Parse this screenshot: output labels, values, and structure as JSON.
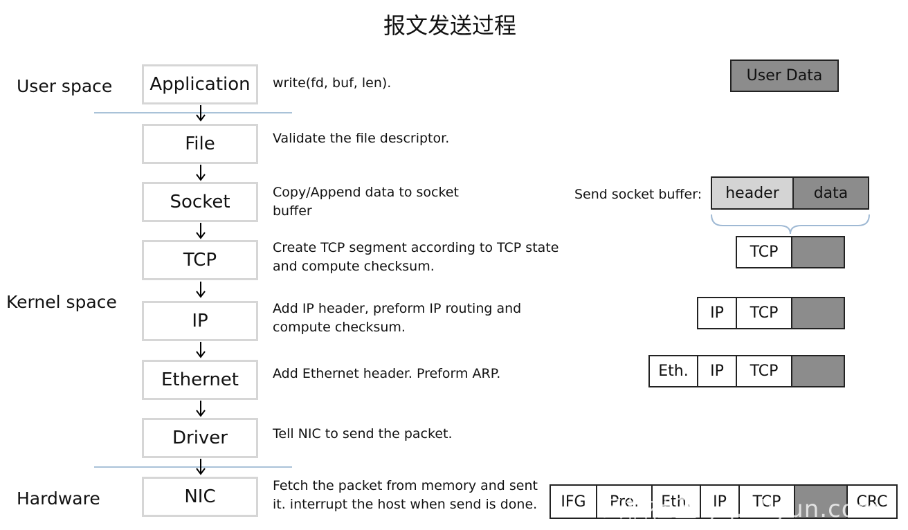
{
  "title": "报文发送过程",
  "regions": {
    "user": "User space",
    "kernel": "Kernel space",
    "hardware": "Hardware"
  },
  "layers": [
    {
      "name": "Application",
      "desc": "write(fd, buf, len)."
    },
    {
      "name": "File",
      "desc": "Validate the file descriptor."
    },
    {
      "name": "Socket",
      "desc": "Copy/Append data to socket\nbuffer"
    },
    {
      "name": "TCP",
      "desc": "Create TCP segment according to TCP state\nand compute checksum."
    },
    {
      "name": "IP",
      "desc": "Add IP header, preform IP routing and\ncompute checksum."
    },
    {
      "name": "Ethernet",
      "desc": "Add Ethernet header. Preform ARP."
    },
    {
      "name": "Driver",
      "desc": "Tell NIC to send the packet."
    },
    {
      "name": "NIC",
      "desc": "Fetch the packet from memory and sent\nit. interrupt the host when send is done."
    }
  ],
  "packets": {
    "user_data": "User Data",
    "socket_buffer_label": "Send socket buffer:",
    "socket_header": "header",
    "socket_data": "data",
    "tcp": "TCP",
    "ip": "IP",
    "eth": "Eth.",
    "ifg": "IFG",
    "pre": "Pre.",
    "crc": "CRC"
  },
  "watermark": "云栖社区 yq.aliyun.com",
  "colors": {
    "data_fill": "#8c8c8c",
    "header_fill": "#d4d4d4",
    "layer_border": "#d6d6d6",
    "divider": "#a9c2d8"
  }
}
